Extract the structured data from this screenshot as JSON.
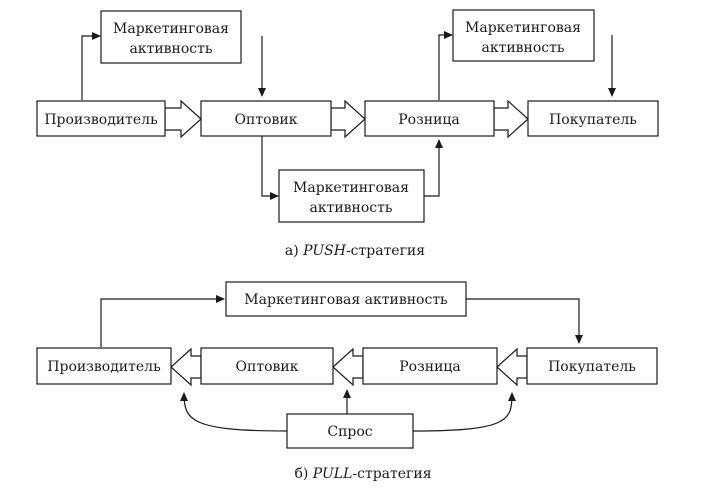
{
  "push": {
    "caption_prefix": "а) ",
    "caption_em": "PUSH",
    "caption_suffix": "-стратегия",
    "producer": "Производитель",
    "wholesaler": "Оптовик",
    "retail": "Розница",
    "buyer": "Покупатель",
    "mkt1_line1": "Маркетинговая",
    "mkt1_line2": "активность",
    "mkt2_line1": "Маркетинговая",
    "mkt2_line2": "активность",
    "mkt3_line1": "Маркетинговая",
    "mkt3_line2": "активность"
  },
  "pull": {
    "caption_prefix": "б) ",
    "caption_em": "PULL",
    "caption_suffix": "-стратегия",
    "producer": "Производитель",
    "wholesaler": "Оптовик",
    "retail": "Розница",
    "buyer": "Покупатель",
    "marketing": "Маркетинговая активность",
    "demand": "Спрос"
  }
}
